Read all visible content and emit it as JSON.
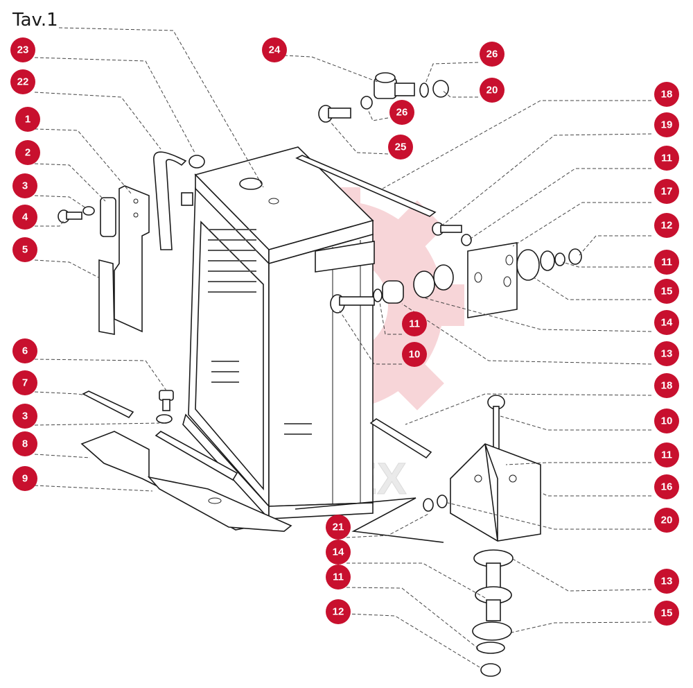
{
  "title": "Tav.1",
  "watermark": {
    "text": "ИНТЕХ",
    "color": "#e8a0a8"
  },
  "accent_color": "#c8102e",
  "callouts": [
    {
      "id": "callout-23",
      "label": "23"
    },
    {
      "id": "callout-22",
      "label": "22"
    },
    {
      "id": "callout-1",
      "label": "1"
    },
    {
      "id": "callout-2",
      "label": "2"
    },
    {
      "id": "callout-3-top",
      "label": "3"
    },
    {
      "id": "callout-4",
      "label": "4"
    },
    {
      "id": "callout-5",
      "label": "5"
    },
    {
      "id": "callout-6",
      "label": "6"
    },
    {
      "id": "callout-7",
      "label": "7"
    },
    {
      "id": "callout-3-bottom",
      "label": "3"
    },
    {
      "id": "callout-8",
      "label": "8"
    },
    {
      "id": "callout-9",
      "label": "9"
    },
    {
      "id": "callout-24",
      "label": "24"
    },
    {
      "id": "callout-26-right",
      "label": "26"
    },
    {
      "id": "callout-20-top",
      "label": "20"
    },
    {
      "id": "callout-26-center",
      "label": "26"
    },
    {
      "id": "callout-25",
      "label": "25"
    },
    {
      "id": "callout-18-top",
      "label": "18"
    },
    {
      "id": "callout-19",
      "label": "19"
    },
    {
      "id": "callout-11-a",
      "label": "11"
    },
    {
      "id": "callout-17",
      "label": "17"
    },
    {
      "id": "callout-12-top",
      "label": "12"
    },
    {
      "id": "callout-11-b",
      "label": "11"
    },
    {
      "id": "callout-15-top",
      "label": "15"
    },
    {
      "id": "callout-14-top",
      "label": "14"
    },
    {
      "id": "callout-13-top",
      "label": "13"
    },
    {
      "id": "callout-11-center",
      "label": "11"
    },
    {
      "id": "callout-10-center",
      "label": "10"
    },
    {
      "id": "callout-18-bottom",
      "label": "18"
    },
    {
      "id": "callout-10-right",
      "label": "10"
    },
    {
      "id": "callout-11-right",
      "label": "11"
    },
    {
      "id": "callout-16",
      "label": "16"
    },
    {
      "id": "callout-20-bottom",
      "label": "20"
    },
    {
      "id": "callout-21",
      "label": "21"
    },
    {
      "id": "callout-14-bottom",
      "label": "14"
    },
    {
      "id": "callout-11-bottom",
      "label": "11"
    },
    {
      "id": "callout-12-bottom",
      "label": "12"
    },
    {
      "id": "callout-13-bottom",
      "label": "13"
    },
    {
      "id": "callout-15-bottom",
      "label": "15"
    }
  ]
}
